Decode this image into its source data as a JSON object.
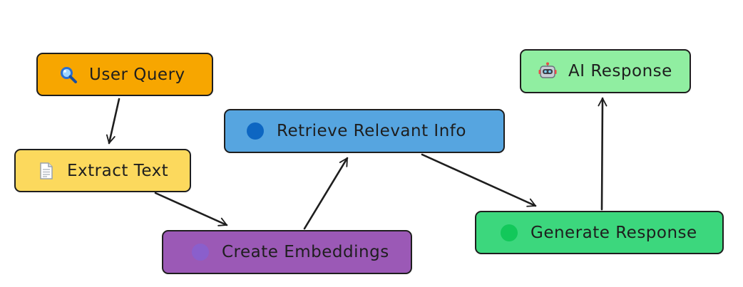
{
  "diagram": {
    "nodes": [
      {
        "id": "user-query",
        "label": "User Query",
        "icon": "magnifier-icon",
        "fill": "#f7a600"
      },
      {
        "id": "extract-text",
        "label": "Extract Text",
        "icon": "document-icon",
        "fill": "#fcd95d"
      },
      {
        "id": "embeddings",
        "label": "Create Embeddings",
        "icon": "purple-dot",
        "fill": "#9b59b6"
      },
      {
        "id": "retrieve",
        "label": "Retrieve Relevant Info",
        "icon": "blue-dot",
        "fill": "#56a5e0"
      },
      {
        "id": "generate",
        "label": "Generate Response",
        "icon": "green-dot",
        "fill": "#3cd77d"
      },
      {
        "id": "ai-response",
        "label": "AI Response",
        "icon": "robot-icon",
        "fill": "#90eea1"
      }
    ],
    "edges": [
      {
        "from": "user-query",
        "to": "extract-text"
      },
      {
        "from": "extract-text",
        "to": "embeddings"
      },
      {
        "from": "embeddings",
        "to": "retrieve"
      },
      {
        "from": "retrieve",
        "to": "generate"
      },
      {
        "from": "generate",
        "to": "ai-response"
      }
    ],
    "stroke_color": "#1e1e1e"
  }
}
